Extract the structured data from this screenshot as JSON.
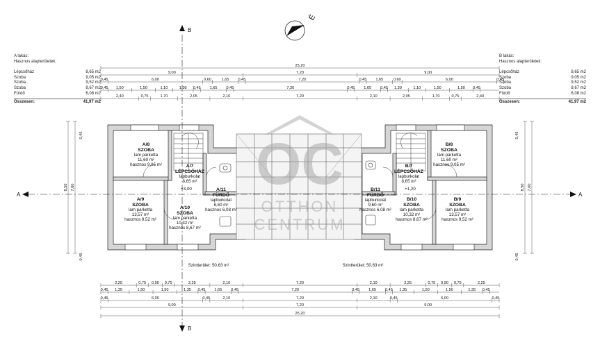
{
  "legend_a": {
    "title": "A lakás:",
    "subtitle": "Hasznos alapterületek:",
    "rows": [
      {
        "name": "Lépcsőház",
        "value": "8,65 m2"
      },
      {
        "name": "Szoba",
        "value": "9,05 m2"
      },
      {
        "name": "Szoba",
        "value": "9,52 m2"
      },
      {
        "name": "Szoba",
        "value": "8,67 m2"
      },
      {
        "name": "Fürdő",
        "value": "6,08 m2"
      }
    ],
    "total_label": "Összesen:",
    "total_value": "41,97 m2"
  },
  "legend_b": {
    "title": "B lakás:",
    "subtitle": "Hasznos alapterületek:",
    "rows": [
      {
        "name": "Lépcsőház",
        "value": "8,65 m2"
      },
      {
        "name": "Szoba",
        "value": "9,05 m2"
      },
      {
        "name": "Szoba",
        "value": "9,52 m2"
      },
      {
        "name": "Szoba",
        "value": "8,67 m2"
      },
      {
        "name": "Fürdő",
        "value": "6,08 m2"
      }
    ],
    "total_label": "Összesen:",
    "total_value": "41,97 m2"
  },
  "section_labels": {
    "b": "B",
    "a": "A"
  },
  "north_label": "É",
  "watermark": {
    "monogram": "OC",
    "line1": "OTTHON",
    "line2": "CENTRUM"
  },
  "dims_top": {
    "total": "25,20",
    "row2": [
      "9,00",
      "7,20",
      "9,00"
    ],
    "row3": [
      "0,45",
      "6,00",
      "0,60",
      "1,65",
      "0,45",
      "7,20",
      "0,45",
      "1,65",
      "0,60",
      "6,00",
      "0,45"
    ],
    "row4": [
      "0,45",
      "1,50",
      "1,50",
      "1,10",
      "1,30",
      "0,45",
      "1,65",
      "0,45",
      "7,20",
      "0,45",
      "1,65",
      "0,45",
      "1,30",
      "1,10",
      "1,50",
      "1,50",
      "0,45"
    ],
    "row5": [
      "2,40",
      "0,75",
      "1,70",
      "2,05",
      "2,10",
      "7,20",
      "2,10",
      "2,05",
      "1,70",
      "0,75",
      "2,40"
    ]
  },
  "dims_bottom": {
    "total": "25,20",
    "row2": [
      "9,00",
      "7,20",
      "9,00"
    ],
    "row3": [
      "0,45",
      "6,00",
      "0,45",
      "2,10",
      "7,20",
      "2,10",
      "0,45",
      "6,00",
      "0,45"
    ],
    "row4": [
      "0,45",
      "1,35",
      "1,50",
      "1,50",
      "1,35",
      "0,45",
      "1,65",
      "0,45",
      "7,20",
      "0,45",
      "1,65",
      "0,45",
      "1,35",
      "1,50",
      "1,50",
      "1,35",
      "0,45"
    ],
    "row5": [
      "2,25",
      "0,75",
      "0,90",
      "0,75",
      "2,25",
      "2,10",
      "7,20",
      "2,10",
      "2,25",
      "0,75",
      "0,90",
      "0,75",
      "2,25"
    ]
  },
  "dims_side": {
    "a": "8,50",
    "b": "7,60",
    "c": "0,45",
    "d": "0,45"
  },
  "rooms": [
    {
      "code": "A/8",
      "name": "SZOBA",
      "floor": "lam parketta",
      "area": "11,60 m²",
      "net": "hasznos 9,05 m²"
    },
    {
      "code": "A/7",
      "name": "LÉPCSŐHÁZ",
      "floor": "lapburkolat",
      "area": "8,65 m²",
      "net": ""
    },
    {
      "code": "A/11",
      "name": "FÜRDŐ",
      "floor": "lapburkolat",
      "area": "6,60 m²",
      "net": "hasznos 6,08 m²"
    },
    {
      "code": "A/9",
      "name": "SZOBA",
      "floor": "lam parketta",
      "area": "13,57 m²",
      "net": "hasznos 9,52 m²"
    },
    {
      "code": "A/10",
      "name": "SZOBA",
      "floor": "lam parketta",
      "area": "10,32 m²",
      "net": "hasznos 8,67 m²"
    },
    {
      "code": "B/8",
      "name": "SZOBA",
      "floor": "lam parketta",
      "area": "11,60 m²",
      "net": "hasznos 9,05 m²"
    },
    {
      "code": "B/7",
      "name": "LÉPCSŐHÁZ",
      "floor": "lapburkolat",
      "area": "8,65 m²",
      "net": ""
    },
    {
      "code": "B/11",
      "name": "FÜRDŐ",
      "floor": "lapburkolat",
      "area": "9,60 m²",
      "net": "hasznos 6,08 m²"
    },
    {
      "code": "B/10",
      "name": "SZOBA",
      "floor": "lam parketta",
      "area": "10,32 m²",
      "net": "hasznos 8,67 m²"
    },
    {
      "code": "B/9",
      "name": "SZOBA",
      "floor": "lam parketta",
      "area": "13,57 m²",
      "net": "hasznos 9,52 m²"
    }
  ],
  "levels": {
    "a": "+3,00",
    "b": "+1,20"
  },
  "floor_area": {
    "a": "Szintterület: 50,63 m²",
    "b": "Szintterület: 50,63 m²"
  },
  "colors": {
    "wall": "#d6d6d6",
    "line": "#222222",
    "dim": "#555555",
    "watermark": "#b0b0b0"
  }
}
